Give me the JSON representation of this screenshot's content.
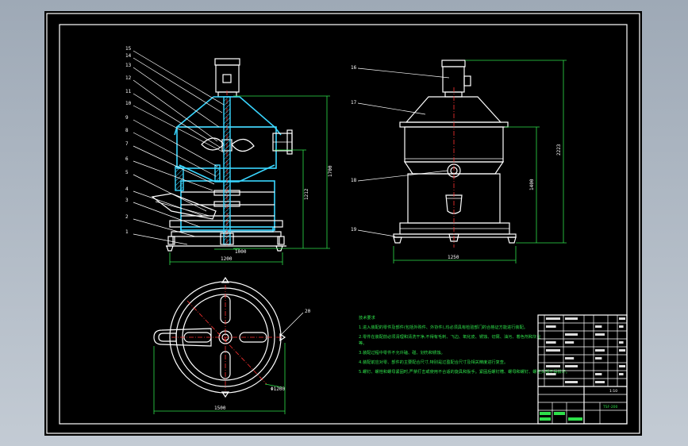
{
  "views": {
    "front": {
      "part_numbers": [
        "15",
        "14",
        "13",
        "12",
        "11",
        "10",
        "9",
        "8",
        "7",
        "6",
        "5",
        "4",
        "3",
        "2",
        "1"
      ],
      "dims": {
        "height_total": "1700",
        "height_lower": "1212",
        "base_width": "1200",
        "base_sub": "1000"
      }
    },
    "side": {
      "part_numbers": [
        "16",
        "17",
        "18",
        "19"
      ],
      "dims": {
        "height_total": "2223",
        "height_lower": "1400",
        "base_width": "1250"
      }
    },
    "top": {
      "part_numbers": [
        "20"
      ],
      "dims": {
        "diameter": "Φ1200",
        "overall": "1500"
      }
    }
  },
  "notes": {
    "heading": "技术要求",
    "lines": [
      "1.进入装配的零件及部件(包括外购件、外协件),均必须具有检验部门的合格证方能进行装配。",
      "2.零件在装配前必须清理和清洗干净,不得有毛刺、飞边、氧化皮、锈蚀、切屑、油污、着色剂和灰尘",
      "等。",
      "3.装配过程中零件不允许磕、碰、划伤和锈蚀。",
      "4.装配前应对零、部件的主要配合尺寸,特别是过盈配合尺寸及相关精度进行复查。",
      "5.螺钉、螺栓和螺母紧固时,严禁打击或使用不合适的旋具和扳手。紧固后螺钉槽、螺母和螺钉、螺栓头部不得损坏。"
    ]
  },
  "title_block": {
    "drawing_no": "TSF-200",
    "scale": "1:10"
  }
}
